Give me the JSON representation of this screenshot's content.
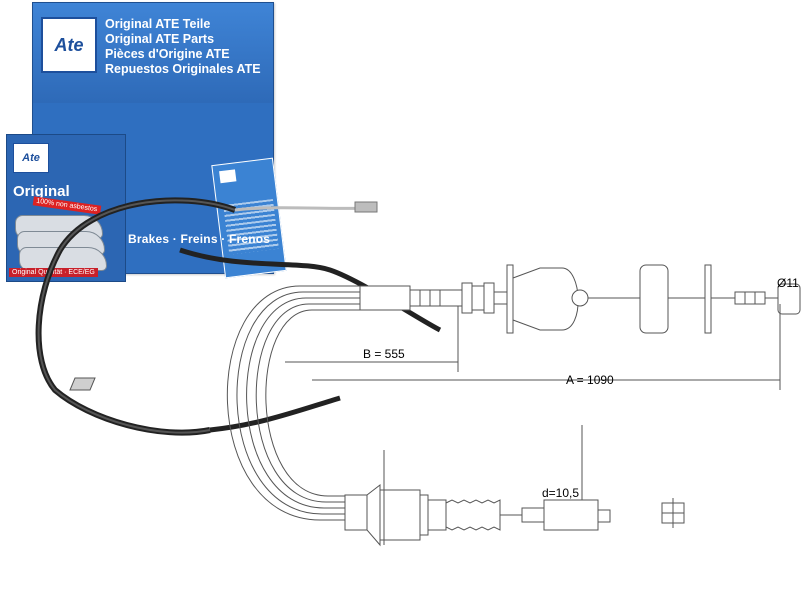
{
  "product_box": {
    "lines": [
      "Original ATE Teile",
      "Original ATE Parts",
      "Pièces d'Origine ATE",
      "Repuestos Originales ATE"
    ],
    "logo": "Ate",
    "brakes_text": "Brakes · Freins · Frenos",
    "accent_color": "#2f6fc0"
  },
  "pads_box": {
    "logo": "Ate",
    "title": "Original",
    "tag": "100% non asbestos",
    "bottom": "Original Qualität · ECE/EG"
  },
  "drawing": {
    "b_label": "B = 555",
    "a_label": "A = 1090",
    "d_label": "d=10,5",
    "end_label": "Ø11"
  }
}
